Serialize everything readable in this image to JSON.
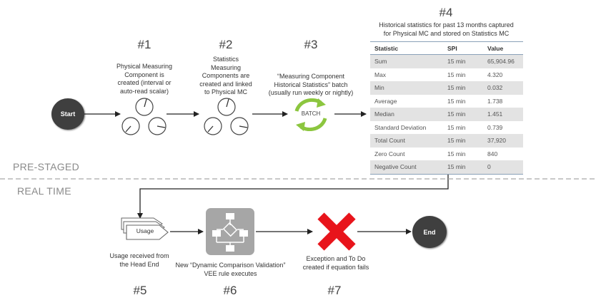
{
  "steps": {
    "s1": {
      "num": "#1",
      "caption_lines": [
        "Physical Measuring",
        "Component is",
        "created (interval  or",
        "auto-read scalar)"
      ]
    },
    "s2": {
      "num": "#2",
      "caption_lines": [
        "Statistics",
        "Measuring",
        "Components are",
        "created and linked",
        "to Physical MC"
      ]
    },
    "s3": {
      "num": "#3",
      "caption_lines": [
        "“Measuring Component",
        "Historical Statistics” batch",
        "(usually run weekly or nightly)"
      ]
    },
    "s4": {
      "num": "#4",
      "caption_lines": [
        "Historical statistics for past 13 months captured",
        "for Physical MC and stored on Statistics MC"
      ]
    },
    "s5": {
      "num": "#5",
      "caption_lines": [
        "Usage received from",
        "the Head End"
      ]
    },
    "s6": {
      "num": "#6",
      "caption_lines": [
        "New “Dynamic Comparison Validation”",
        "VEE rule executes"
      ]
    },
    "s7": {
      "num": "#7",
      "caption_lines": [
        "Exception and To Do",
        "created if equation fails"
      ]
    }
  },
  "nodes": {
    "start": "Start",
    "end": "End",
    "batch": "BATCH",
    "usage": "Usage"
  },
  "sections": {
    "prestaged": "PRE-STAGED",
    "realtime": "REAL TIME"
  },
  "table": {
    "headers": [
      "Statistic",
      "SPI",
      "Value"
    ],
    "rows": [
      [
        "Sum",
        "15 min",
        "65,904.96"
      ],
      [
        "Max",
        "15 min",
        "4.320"
      ],
      [
        "Min",
        "15 min",
        "0.032"
      ],
      [
        "Average",
        "15 min",
        "1.738"
      ],
      [
        "Median",
        "15 min",
        "1.451"
      ],
      [
        "Standard Deviation",
        "15 min",
        "0.739"
      ],
      [
        "Total Count",
        "15 min",
        "37,920"
      ],
      [
        "Zero Count",
        "15 min",
        "840"
      ],
      [
        "Negative Count",
        "15 min",
        "0"
      ]
    ]
  },
  "colors": {
    "node": "#3f3f3f",
    "batch_arrows": "#8cc63f",
    "error": "#e8141b",
    "flowchart_box": "#a6a6a6"
  }
}
